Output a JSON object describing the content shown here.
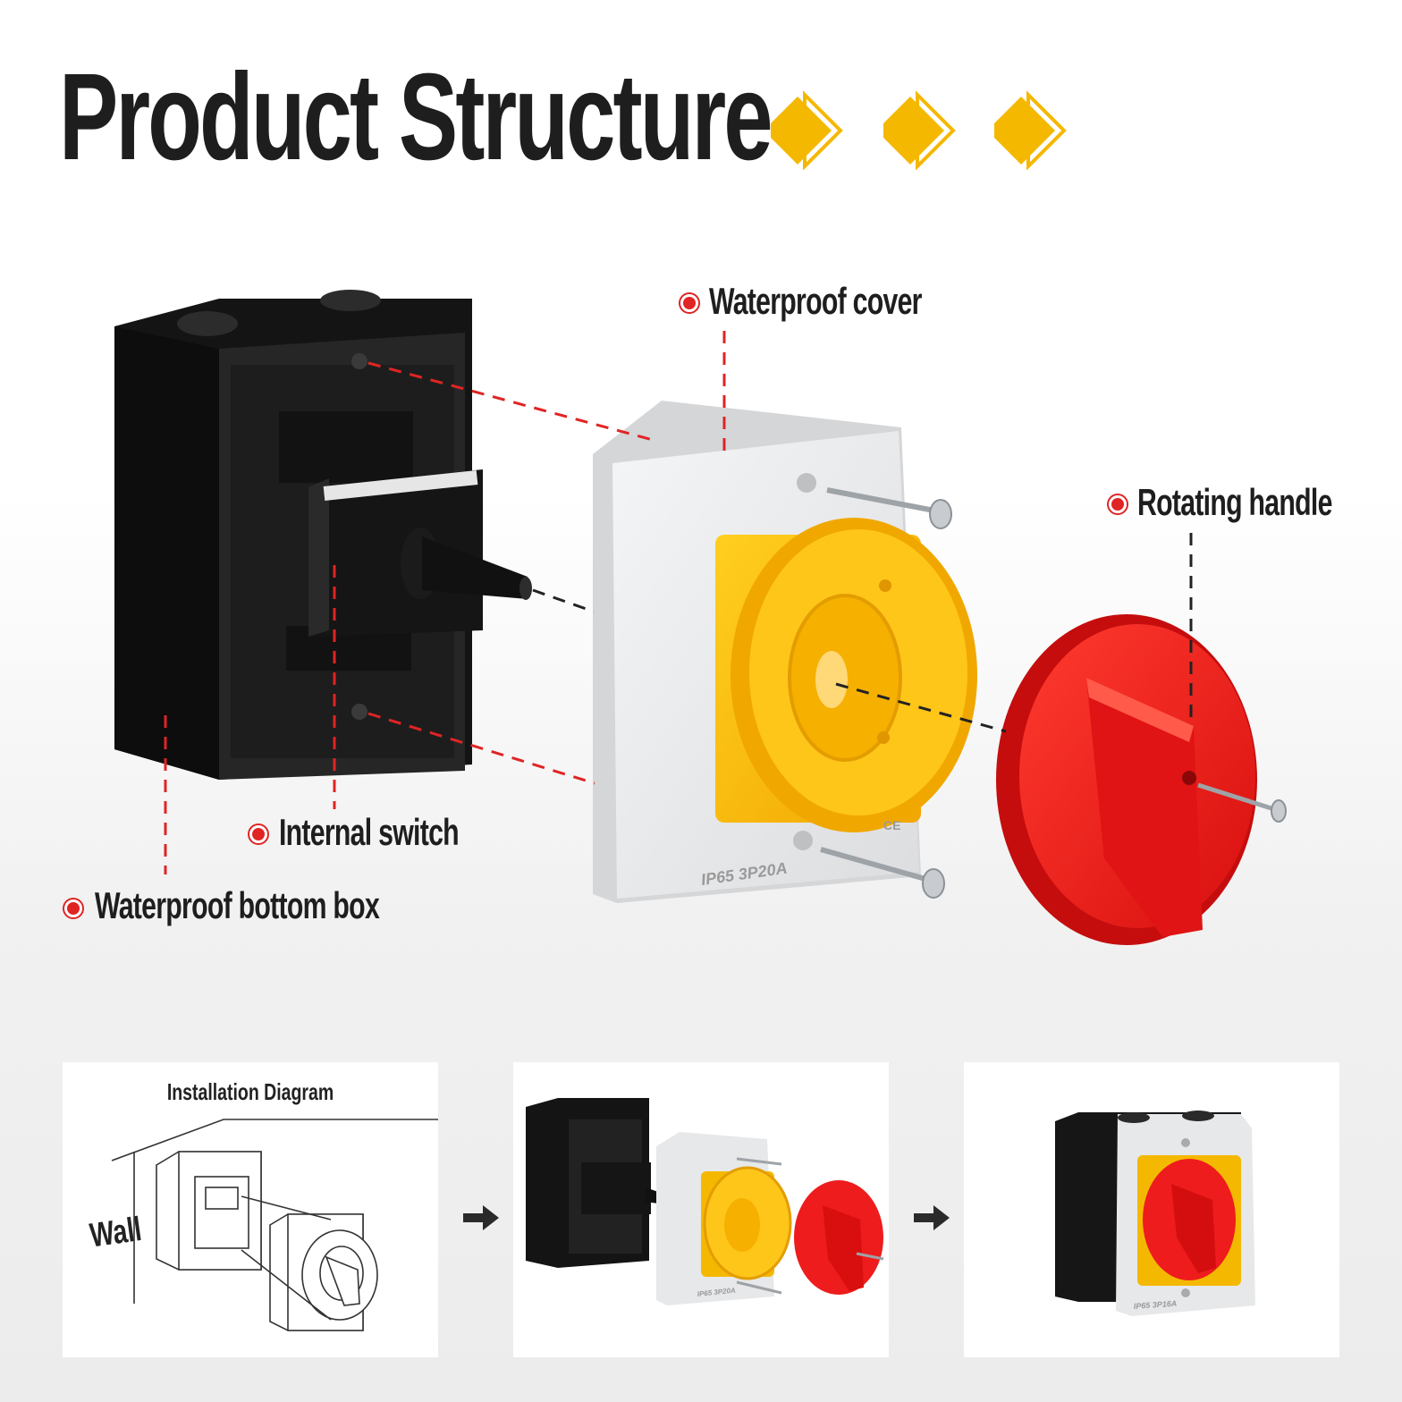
{
  "title": "Product Structure",
  "labels": {
    "waterproof_cover": "Waterproof cover",
    "rotating_handle": "Rotating handle",
    "internal_switch": "Internal switch",
    "waterproof_bottom_box": "Waterproof bottom box"
  },
  "cover_marking": "IP65 3P20A",
  "cover_mark_ce": "CE",
  "panels": {
    "installation_title": "Installation Diagram",
    "wall_label": "Wall",
    "assembled_marking": "IP65 3P16A",
    "exploded_marking": "IP65 3P20A"
  },
  "colors": {
    "accent_yellow": "#f5b800",
    "handle_red": "#ee1c1c",
    "box_black": "#1a1a1a",
    "cover_grey": "#e9eaeb",
    "dot_red": "#e02424"
  },
  "icons": [
    "diamond-deco-icon",
    "arrow-right-icon"
  ]
}
